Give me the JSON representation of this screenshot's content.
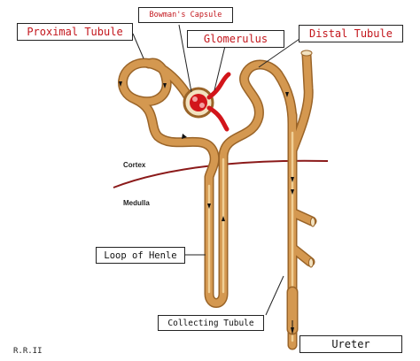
{
  "labels": {
    "proximal_tubule": "Proximal Tubule",
    "bowmans_capsule": "Bowman's Capsule",
    "glomerulus": "Glomerulus",
    "distal_tubule": "Distal Tubule",
    "loop_of_henle": "Loop of Henle",
    "collecting_tubule": "Collecting Tubule",
    "ureter": "Ureter"
  },
  "regions": {
    "cortex": "Cortex",
    "medulla": "Medulla"
  },
  "credit": "R.R.II",
  "colors": {
    "tubule": "#d49850",
    "tubule_edge": "#9a6428",
    "boundary": "#8b1a1a",
    "label_text_red": "#c3161c",
    "capsule": "#f2e2c0",
    "glomerulus": "#d2151b"
  }
}
